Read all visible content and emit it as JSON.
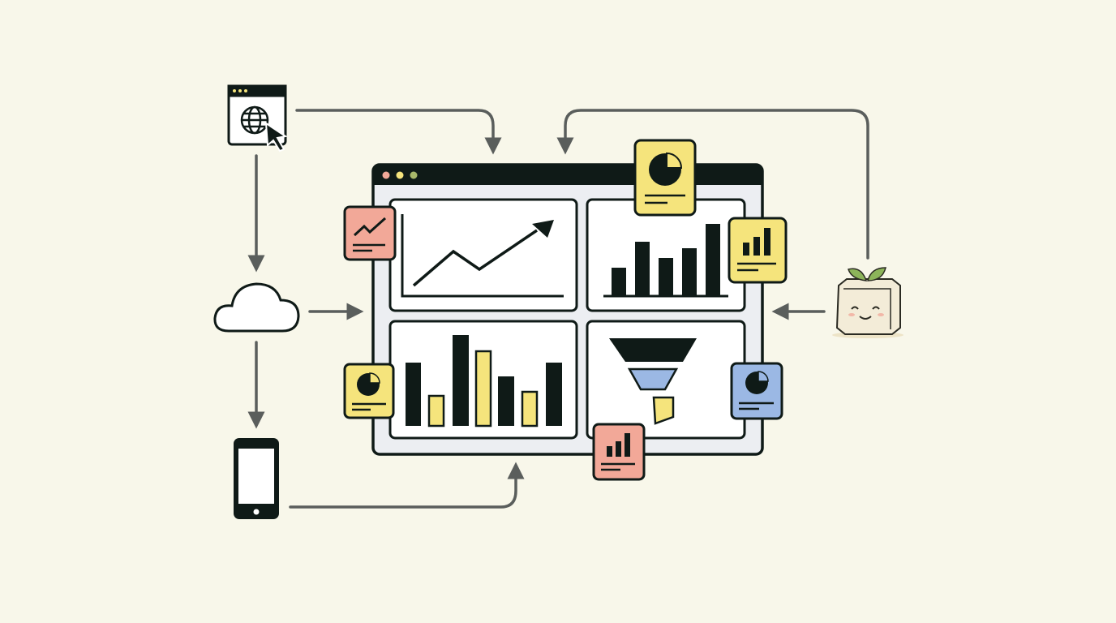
{
  "colors": {
    "background": "#f8f7ea",
    "ink": "#0f1a17",
    "arrow": "#5a5e5c",
    "window_body": "#eceef2",
    "panel": "#ffffff",
    "red_card": "#f2a898",
    "yellow_card": "#f5e47c",
    "blue_card": "#9bb8e4",
    "dot_red": "#f2a898",
    "dot_yellow": "#f5e47c",
    "dot_green": "#a8b86a",
    "tofu": "#f3ecd8",
    "leaf": "#8cb45a"
  },
  "icons": [
    "web-browser-icon",
    "cloud-icon",
    "smartphone-icon",
    "tofu-mascot-icon",
    "dashboard-window",
    "report-card-icon",
    "funnel-chart",
    "bar-chart",
    "line-chart"
  ]
}
